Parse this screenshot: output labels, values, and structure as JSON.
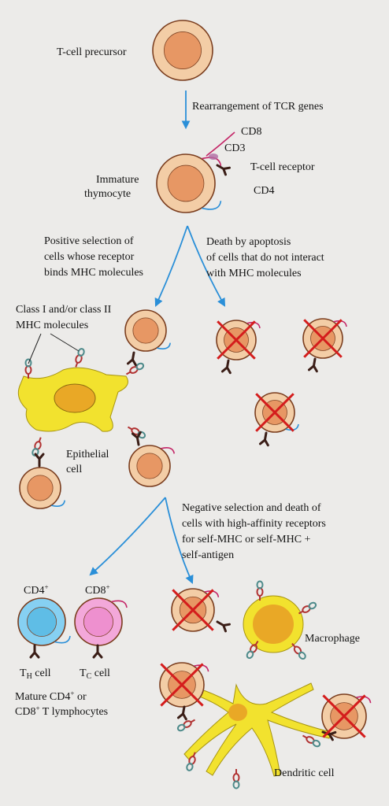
{
  "labels": {
    "precursor": "T-cell precursor",
    "rearrangement": "Rearrangement of TCR genes",
    "cd8": "CD8",
    "cd3": "CD3",
    "tcr": "T-cell receptor",
    "cd4": "CD4",
    "immature_1": "Immature",
    "immature_2": "thymocyte",
    "positive_1": "Positive selection of",
    "positive_2": "cells whose receptor",
    "positive_3": "binds MHC molecules",
    "death_1": "Death by apoptosis",
    "death_2": "of cells that do not interact",
    "death_3": "with MHC molecules",
    "mhc_1": "Class I and/or class II",
    "mhc_2": "MHC molecules",
    "epithelial_1": "Epithelial",
    "epithelial_2": "cell",
    "negative_1": "Negative selection and death of",
    "negative_2": "cells with high-affinity receptors",
    "negative_3": "for self-MHC or self-MHC +",
    "negative_4": "self-antigen",
    "cd4plus_main": "CD4",
    "cd4plus_sup": "+",
    "cd8plus_main": "CD8",
    "cd8plus_sup": "+",
    "th_main": "T",
    "th_sub": "H",
    "th_rest": " cell",
    "tc_main": "T",
    "tc_sub": "C",
    "tc_rest": " cell",
    "mature_1a": "Mature CD4",
    "mature_1sup": "+",
    "mature_1b": " or",
    "mature_2a": "CD8",
    "mature_2sup": "+",
    "mature_2b": " T lymphocytes",
    "macrophage": "Macrophage",
    "dendritic": "Dendritic cell"
  },
  "colors": {
    "background": "#ecebe9",
    "cell_outer": "#f3cda6",
    "cell_nucleus": "#e79561",
    "cell_stroke": "#7a3d1e",
    "cd4_cell": "#86d0f2",
    "cd8_cell": "#f3a8da",
    "apc_yellow": "#f2e22e",
    "apc_nucleus": "#e9a826",
    "arrow_blue": "#2a8fd8",
    "cross_red": "#d41c1c",
    "cd8_magenta": "#c42567",
    "tcr_dark": "#3a1d16",
    "mhc_green": "#4d8a8a",
    "mhc_red": "#b13232"
  }
}
